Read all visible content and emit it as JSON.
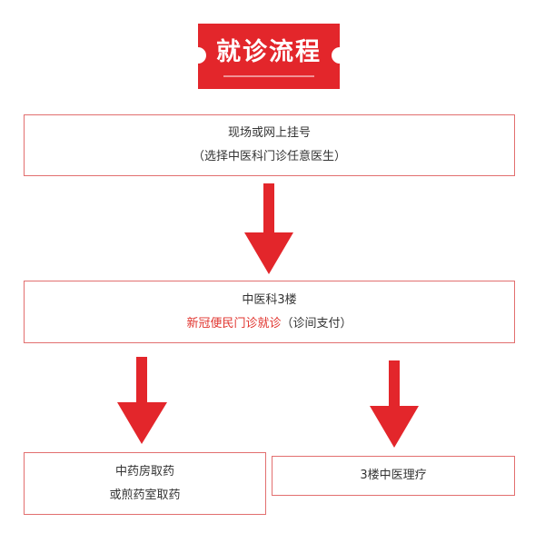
{
  "banner": {
    "title": "就诊流程",
    "color": "#e3262b"
  },
  "steps": {
    "register": {
      "line1": "现场或网上挂号",
      "line2": "（选择中医科门诊任意医生）"
    },
    "tcm_floor3": {
      "line1": "中医科3楼",
      "line2_highlight": "新冠便民门诊就诊",
      "line2_rest": "（诊间支付）"
    },
    "pharmacy": {
      "line1": "中药房取药",
      "line2": "或煎药室取药"
    },
    "therapy": {
      "line1": "3楼中医理疗"
    }
  },
  "colors": {
    "arrow": "#e3262b",
    "box_border": "#e26f6f",
    "highlight_text": "#e0312b"
  }
}
